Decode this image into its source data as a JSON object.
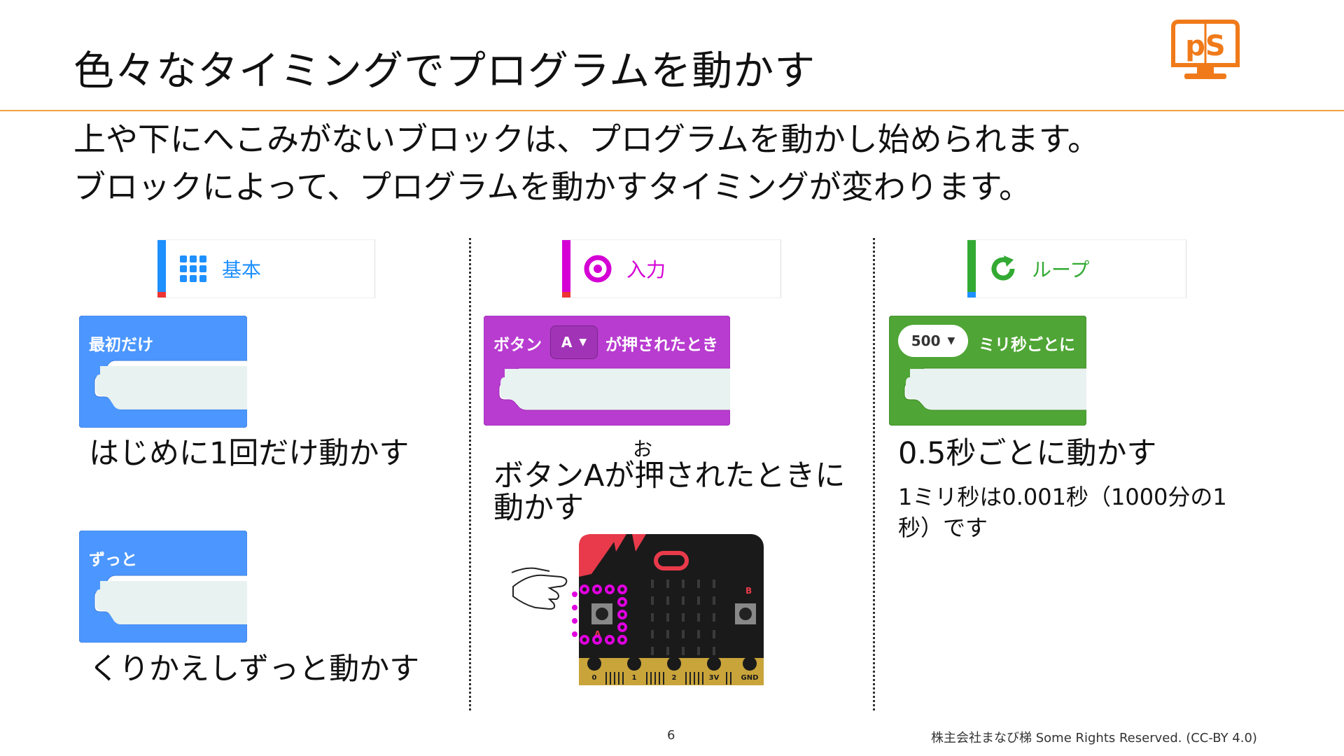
{
  "slide": {
    "title": "色々なタイミングでプログラムを動かす",
    "lead_line1": "上や下にへこみがないブロックは、プログラムを動かし始められます。",
    "lead_line2": "ブロックによって、プログラムを動かすタイミングが変わります。",
    "page_number": "6",
    "copyright": "株主会社まなび梯 Some Rights Reserved. (CC-BY 4.0)"
  },
  "logo": {
    "text": "pS",
    "color": "#f07a1a"
  },
  "columns": {
    "basic": {
      "category_label": "基本",
      "category_color": "#1e90ff",
      "block1_label": "最初だけ",
      "block1_desc": "はじめに1回だけ動かす",
      "block2_label": "ずっと",
      "block2_desc": "くりかえしずっと動かす",
      "block_color": "#4c97ff"
    },
    "input": {
      "category_label": "入力",
      "category_color": "#d400d4",
      "block_prefix": "ボタン",
      "block_dropdown": "A",
      "block_suffix": "が押されたとき",
      "ruby": "お",
      "desc_line1": "ボタンAが押されたときに",
      "desc_line2": "動かす",
      "block_color": "#b83cd0",
      "board_pins": [
        "0",
        "1",
        "2",
        "3V",
        "GND"
      ],
      "button_a": "A",
      "button_b": "B"
    },
    "loop": {
      "category_label": "ループ",
      "category_color": "#33aa33",
      "block_value": "500",
      "block_suffix": "ミリ秒ごとに",
      "desc": "0.5秒ごとに動かす",
      "note_line1": "1ミリ秒は0.001秒（1000分の1",
      "note_line2": "秒）です",
      "block_color": "#4fa535"
    }
  }
}
